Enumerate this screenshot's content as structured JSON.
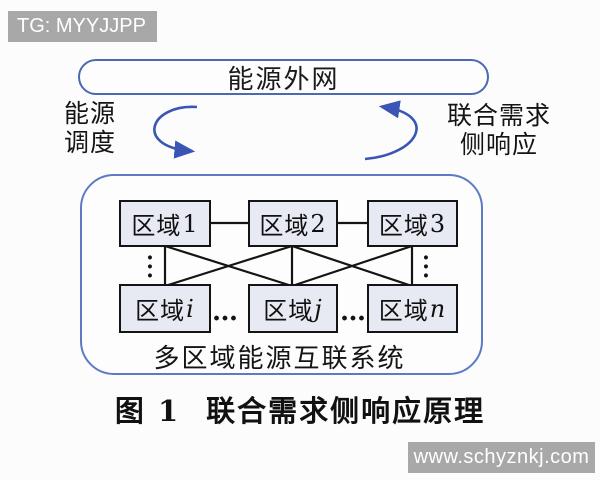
{
  "badges": {
    "tg": "TG: MYYJJPP",
    "watermark": "www.schyznkj.com"
  },
  "diagram": {
    "external_network_label": "能源外网",
    "left_flow_label": {
      "line1": "能源",
      "line2": "调度"
    },
    "right_flow_label": {
      "line1": "联合需求",
      "line2": "侧响应"
    },
    "boxes": [
      {
        "prefix": "区域",
        "suffix": "1"
      },
      {
        "prefix": "区域",
        "suffix": "2"
      },
      {
        "prefix": "区域",
        "suffix": "3"
      },
      {
        "prefix": "区域",
        "suffix": "i"
      },
      {
        "prefix": "区域",
        "suffix": "j"
      },
      {
        "prefix": "区域",
        "suffix": "n"
      }
    ],
    "system_label": "多区域能源互联系统",
    "ellipsis_horizontal": "…",
    "ellipsis_vertical_dot": "·",
    "colors": {
      "arrow_blue": "#3b55b5",
      "container_border_blue": "#5d7ac4",
      "pill_border_blue": "#4a68b4",
      "box_fill": "#e8eaf3",
      "box_border": "#141414",
      "badge_gray": "#a8a8a8",
      "badge_text": "#ffffff"
    }
  },
  "caption": {
    "figure_number": "图 1",
    "title": "联合需求侧响应原理"
  }
}
